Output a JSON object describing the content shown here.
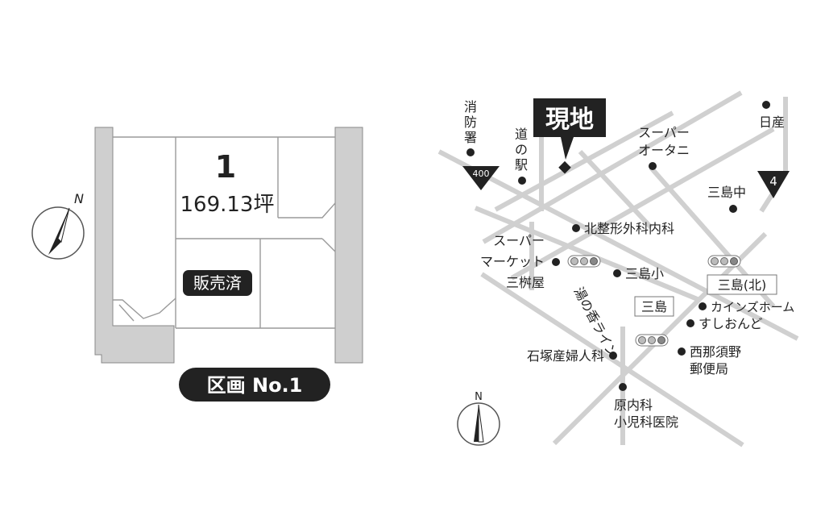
{
  "plot": {
    "lot_number": "1",
    "area": "169.13坪",
    "status": "販売済",
    "section_label": "区画 No.1",
    "compass": "N"
  },
  "map": {
    "site_label": "現地",
    "route_400": "400",
    "route_4": "4",
    "compass": "N",
    "places": {
      "fire_station": [
        "消",
        "防",
        "署"
      ],
      "michinoeki": [
        "道",
        "の",
        "駅"
      ],
      "super_otani": [
        "スーパー",
        "オータニ"
      ],
      "nissan": "日産",
      "mishima_junior": "三島中",
      "kita_seikei": "北整形外科内科",
      "super_market_1": "スーパー",
      "super_market_2": "マーケット",
      "super_market_3": "三桝屋",
      "mishima_elem": "三島小",
      "yunoka_line": "湯の香ライン",
      "mishima_kita": "三島(北)",
      "mishima": "三島",
      "kainz": "カインズホーム",
      "sushiondo": "すしおんど",
      "ishizuka": "石塚産婦人科",
      "nishinasuno_post_1": "西那須野",
      "nishinasuno_post_2": "郵便局",
      "hara_1": "原内科",
      "hara_2": "小児科医院"
    }
  }
}
